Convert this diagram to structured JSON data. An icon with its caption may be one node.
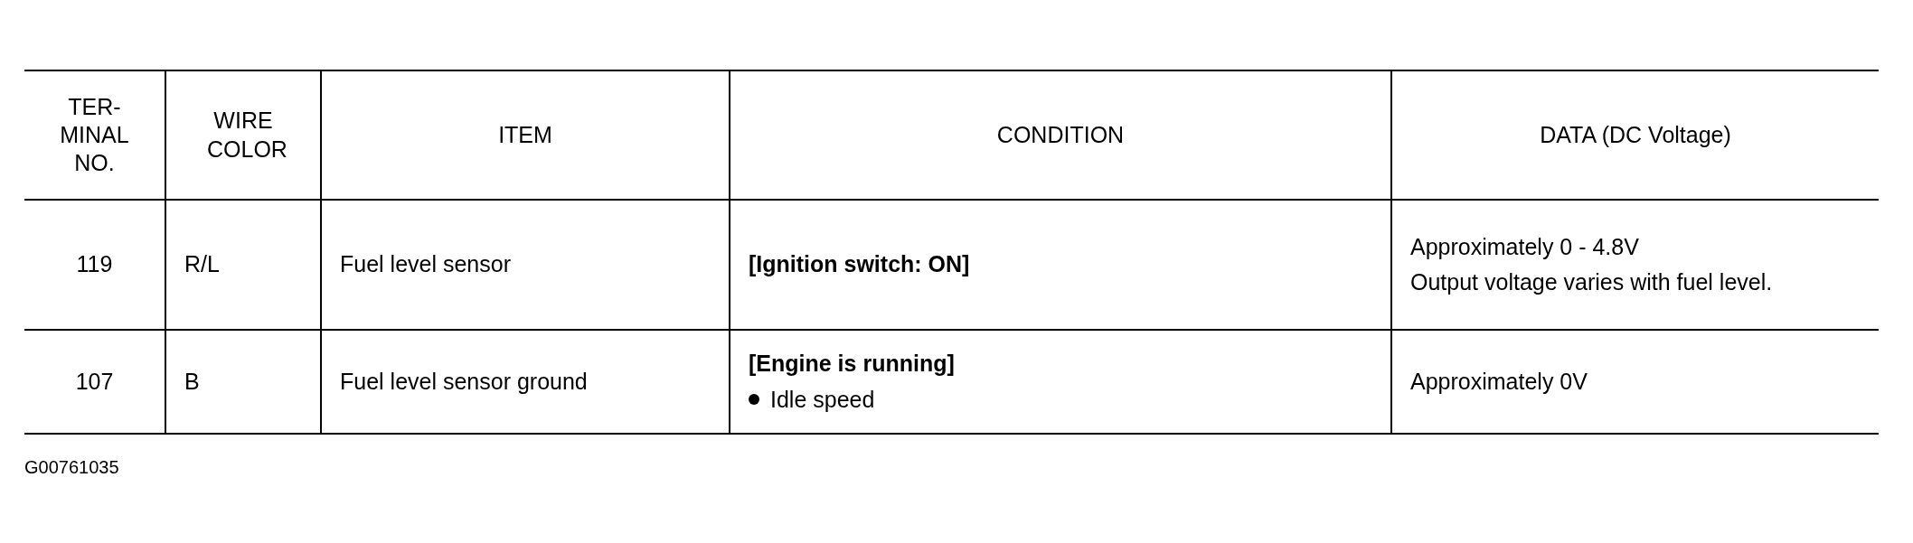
{
  "diagram": {
    "labels": [
      "TER- MINAL NO.",
      "WIRE COLOR",
      "ITEM",
      "CONDITION",
      "DATA (DC Voltage)",
      "119",
      "R/L",
      "Fuel level sensor",
      "[Ignition switch: ON]",
      "Approximately 0 - 4.8V",
      "Output voltage varies with fuel level.",
      "107",
      "B",
      "Fuel level sensor ground",
      "[Engine is running]",
      "Idle speed",
      "Approximately 0V",
      "G00761035"
    ]
  }
}
